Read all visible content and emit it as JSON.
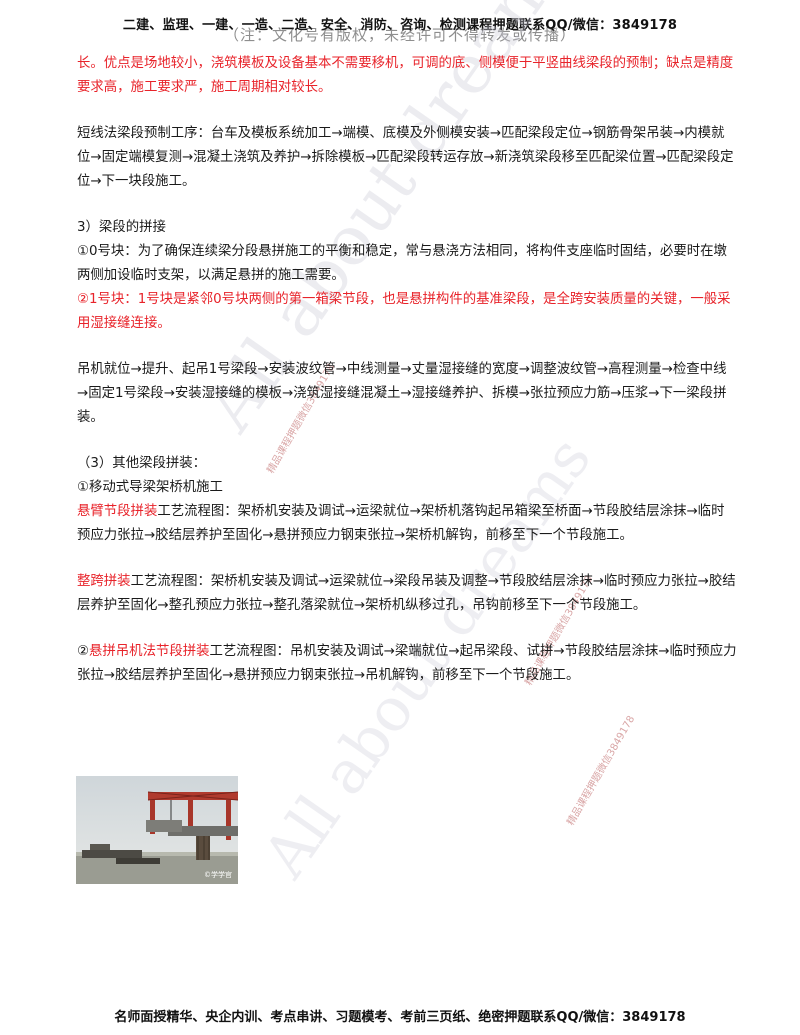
{
  "header": {
    "line": "二建、监理、一建、一造、二造、安全、消防、咨询、检测课程押题联系QQ/微信：3849178",
    "overlay": "（注：文化号有版权，未经许可不得转发或传播）"
  },
  "paragraphs": {
    "p1_red": "长。优点是场地较小，浇筑模板及设备基本不需要移机，可调的底、侧模便于平竖曲线梁段的预制；缺点是精度要求高，施工要求严，施工周期相对较长。",
    "p2": "短线法梁段预制工序：台车及模板系统加工→端模、底模及外侧模安装→匹配梁段定位→钢筋骨架吊装→内模就位→固定端模复测→混凝土浇筑及养护→拆除模板→匹配梁段转运存放→新浇筑梁段移至匹配梁位置→匹配梁段定位→下一块段施工。",
    "h3": "3）梁段的拼接",
    "p3": "①0号块：为了确保连续梁分段悬拼施工的平衡和稳定，常与悬浇方法相同，将构件支座临时固结，必要时在墩两侧加设临时支架，以满足悬拼的施工需要。",
    "p4_red": "②1号块：1号块是紧邻0号块两侧的第一箱梁节段，也是悬拼构件的基准梁段，是全跨安装质量的关键，一般采用湿接缝连接。",
    "p5": "吊机就位→提升、起吊1号梁段→安装波纹管→中线测量→丈量湿接缝的宽度→调整波纹管→高程测量→检查中线→固定1号梁段→安装湿接缝的模板→浇筑湿接缝混凝土→湿接缝养护、拆模→张拉预应力筋→压浆→下一梁段拼装。",
    "h4": "（3）其他梁段拼装：",
    "h5": "①移动式导梁架桥机施工",
    "p6_red": "悬臂节段拼装",
    "p6": "工艺流程图：架桥机安装及调试→运梁就位→架桥机落钩起吊箱梁至桥面→节段胶结层涂抹→临时预应力张拉→胶结层养护至固化→悬拼预应力钢束张拉→架桥机解钩，前移至下一个节段施工。",
    "p7_red": "整跨拼装",
    "p7": "工艺流程图：架桥机安装及调试→运梁就位→梁段吊装及调整→节段胶结层涂抹→临时预应力张拉→胶结层养护至固化→整孔预应力张拉→整孔落梁就位→架桥机纵移过孔，吊钩前移至下一个节段施工。",
    "p8_prefix": "②",
    "p8_red": "悬拼吊机法节段拼装",
    "p8": "工艺流程图：吊机安装及调试→梁端就位→起吊梁段、试拼→节段胶结层涂抹→临时预应力张拉→胶结层养护至固化→悬拼预应力钢束张拉→吊机解钩，前移至下一个节段施工。"
  },
  "watermarks": {
    "large1": "All about dreams",
    "large2": "All about dreams",
    "small1": "精品课程押题微信3849178",
    "small2": "精品课程押题微信3849178",
    "small3": "精品课程押题微信3849178"
  },
  "photo": {
    "caption": "©学学官"
  },
  "footer": {
    "line": "名师面授精华、央企内训、考点串讲、习题模考、考前三页纸、绝密押题联系QQ/微信：3849178"
  },
  "colors": {
    "accent_red": "#e8232a",
    "text": "#1a1a1a"
  }
}
